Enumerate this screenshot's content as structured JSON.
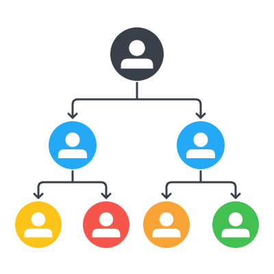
{
  "colors": {
    "background": "#ffffff",
    "connector": "#3a404a"
  },
  "nodes": [
    {
      "role": "root",
      "color": "#3a404a",
      "icon": "user-icon"
    },
    {
      "role": "manager-left",
      "color": "#23a9f6",
      "icon": "user-icon"
    },
    {
      "role": "manager-right",
      "color": "#23a9f6",
      "icon": "user-icon"
    },
    {
      "role": "member-yellow",
      "color": "#fcc419",
      "icon": "user-icon"
    },
    {
      "role": "member-red",
      "color": "#f5554a",
      "icon": "user-icon"
    },
    {
      "role": "member-orange",
      "color": "#f7a335",
      "icon": "user-icon"
    },
    {
      "role": "member-green",
      "color": "#42c152",
      "icon": "user-icon"
    }
  ],
  "edges": [
    {
      "from": "root",
      "to": "manager-left"
    },
    {
      "from": "root",
      "to": "manager-right"
    },
    {
      "from": "manager-left",
      "to": "member-yellow"
    },
    {
      "from": "manager-left",
      "to": "member-red"
    },
    {
      "from": "manager-right",
      "to": "member-orange"
    },
    {
      "from": "manager-right",
      "to": "member-green"
    }
  ]
}
